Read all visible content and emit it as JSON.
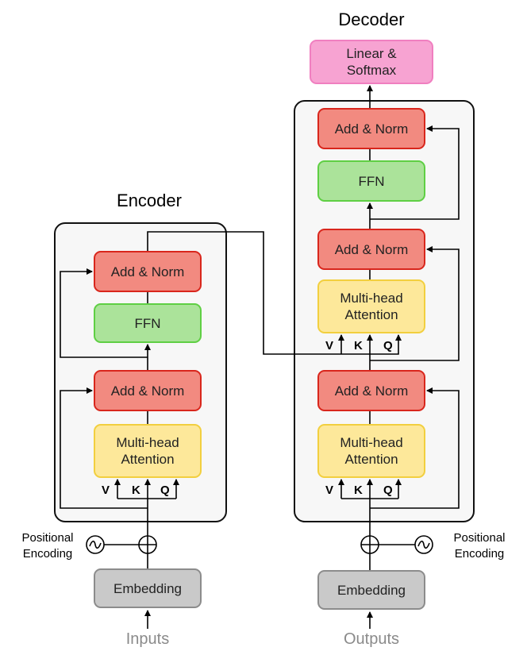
{
  "encoder": {
    "title": "Encoder",
    "add_norm_top": "Add & Norm",
    "ffn": "FFN",
    "add_norm_bottom": "Add & Norm",
    "attention": [
      "Multi-head",
      "Attention"
    ],
    "v": "V",
    "k": "K",
    "q": "Q",
    "embedding": "Embedding",
    "input": "Inputs",
    "positional": [
      "Positional",
      "Encoding"
    ]
  },
  "decoder": {
    "title": "Decoder",
    "output_layer": [
      "Linear &",
      "Softmax"
    ],
    "add_norm_top": "Add & Norm",
    "ffn": "FFN",
    "add_norm_mid": "Add & Norm",
    "cross_attention": [
      "Multi-head",
      "Attention"
    ],
    "cross_v": "V",
    "cross_k": "K",
    "cross_q": "Q",
    "add_norm_bottom": "Add & Norm",
    "self_attention": [
      "Multi-head",
      "Attention"
    ],
    "v": "V",
    "k": "K",
    "q": "Q",
    "embedding": "Embedding",
    "output": "Outputs",
    "positional": [
      "Positional",
      "Encoding"
    ]
  },
  "colors": {
    "add_norm": "#f28a80",
    "ffn": "#abe39a",
    "attention": "#fde89a",
    "embedding": "#c9c9c9",
    "linear_softmax": "#f7a3d2"
  }
}
